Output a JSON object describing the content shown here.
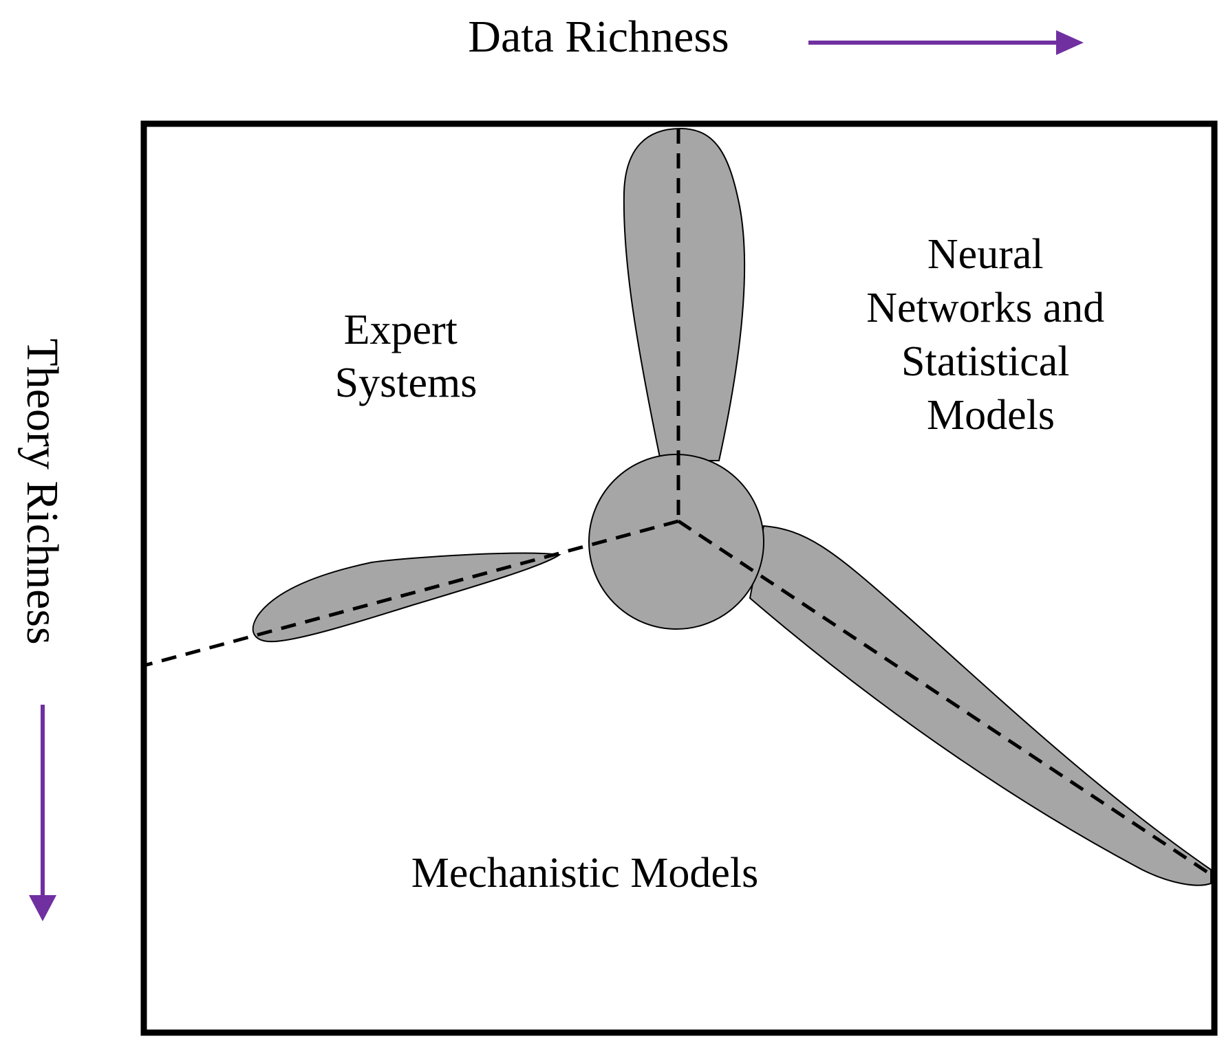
{
  "axes": {
    "horizontal": {
      "label": "Data Richness",
      "direction": "right"
    },
    "vertical": {
      "label": "Theory Richness",
      "direction": "down"
    },
    "arrow_color": "#7030a0"
  },
  "regions": {
    "expert_systems": {
      "lines": [
        "Expert",
        "Systems"
      ]
    },
    "neural_networks": {
      "lines": [
        "Neural",
        "Networks and",
        "Statistical",
        "Models"
      ]
    },
    "mechanistic_models": {
      "lines": [
        "Mechanistic Models"
      ]
    }
  },
  "propeller": {
    "fill_color": "#a6a6a6",
    "outline_color": "#000000",
    "blades": [
      "top",
      "left",
      "bottom-right"
    ]
  },
  "frame_color": "#000000",
  "background_color": "#ffffff"
}
